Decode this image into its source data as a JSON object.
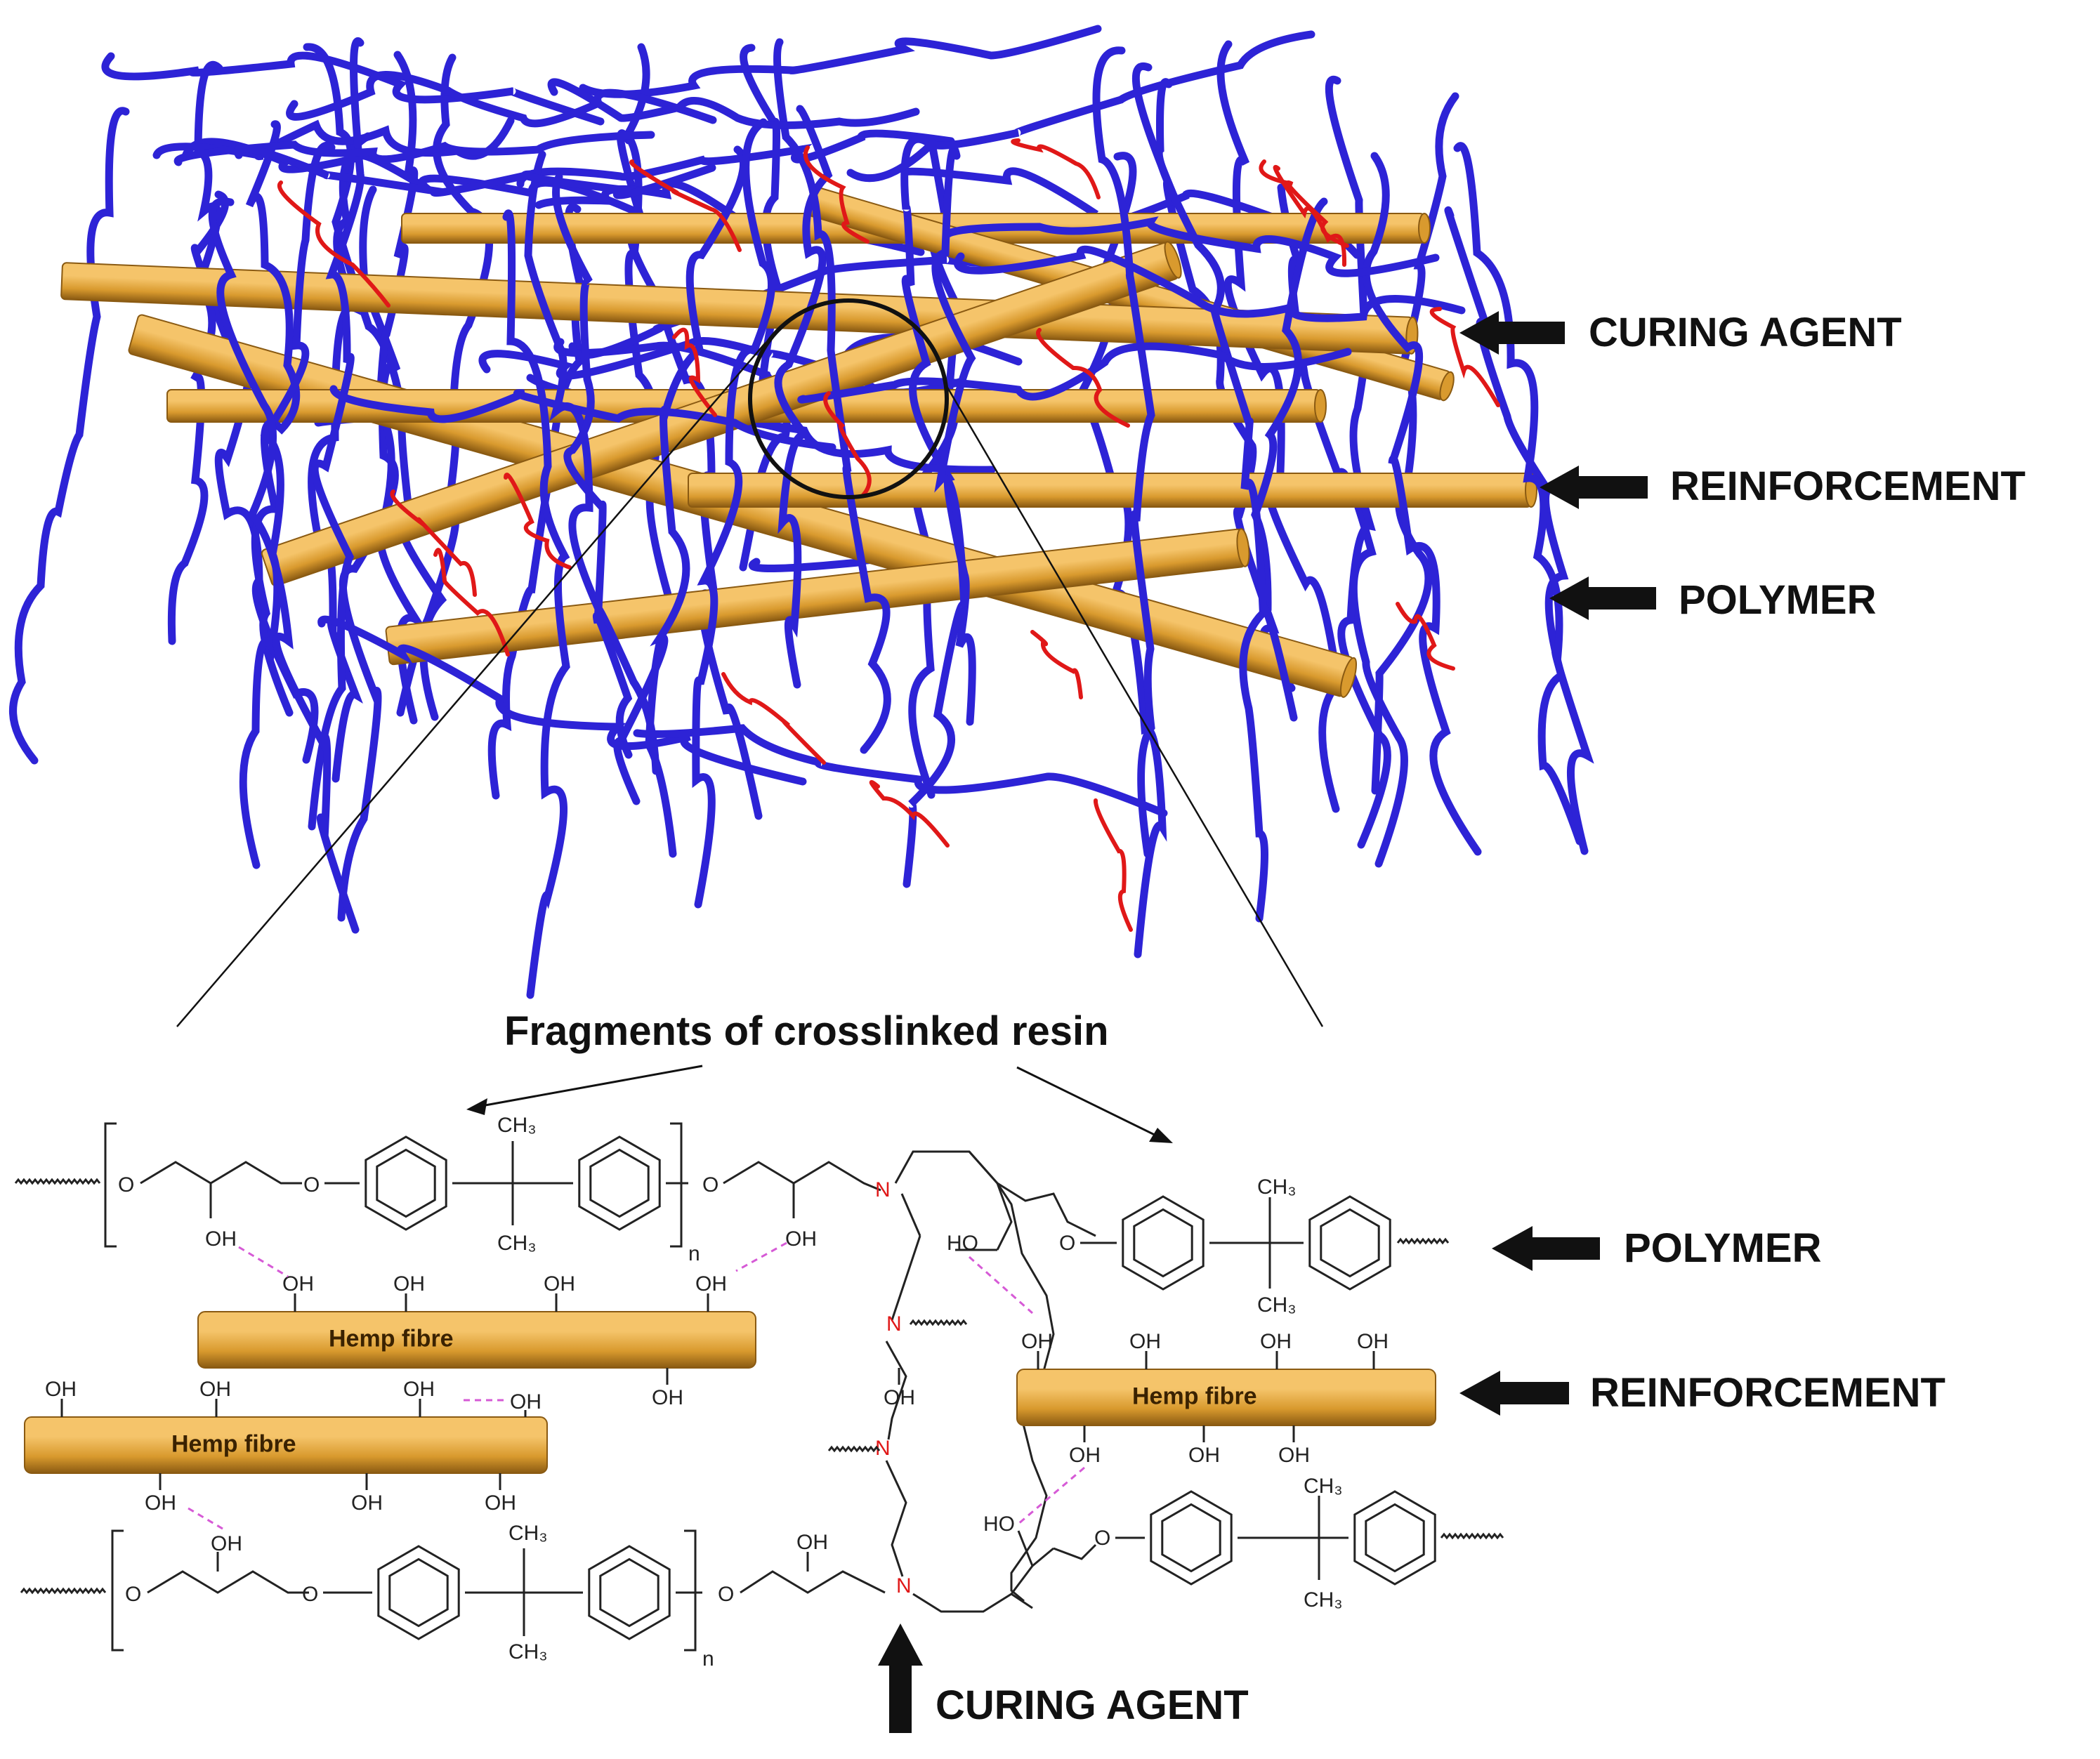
{
  "colors": {
    "polymer": "#2d23d6",
    "curing_agent": "#e01818",
    "fibre_light": "#f5c46a",
    "fibre_mid": "#d99a2e",
    "fibre_dark": "#8a5a12",
    "hbond": "#d65ad6",
    "nitrogen": "#e01818",
    "text": "#111111"
  },
  "icons": [
    "left-arrow-icon",
    "up-arrow-icon",
    "zoom-circle-icon",
    "fibre-rod-icon",
    "benzene-ring-icon"
  ],
  "top_labels": {
    "curing_agent": "CURING AGENT",
    "reinforcement": "REINFORCEMENT",
    "polymer": "POLYMER"
  },
  "bottom_labels": {
    "polymer": "POLYMER",
    "reinforcement": "REINFORCEMENT",
    "curing_agent": "CURING AGENT"
  },
  "fragments_title": "Fragments of crosslinked resin",
  "chem": {
    "oh": "OH",
    "ho": "HO",
    "o": "O",
    "n": "N",
    "ch3": "CH₃",
    "n_sub": "n",
    "fibre_label": "Hemp fibre"
  }
}
